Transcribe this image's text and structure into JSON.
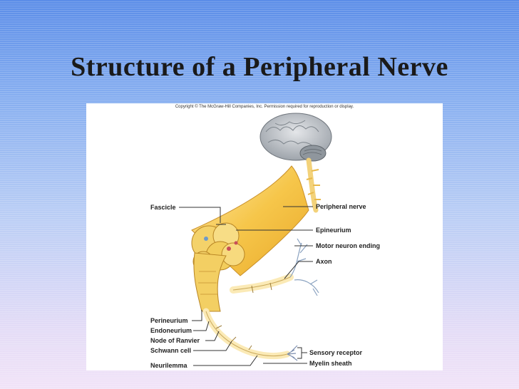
{
  "slide": {
    "title": "Structure of a Peripheral Nerve"
  },
  "figure": {
    "copyright": "Copyright © The McGraw-Hill Companies, Inc. Permission required for reproduction or display.",
    "labels_left": [
      "Fascicle",
      "Perineurium",
      "Endoneurium",
      "Node of Ranvier",
      "Schwann cell",
      "Neurilemma"
    ],
    "labels_right": [
      "Peripheral nerve",
      "Epineurium",
      "Motor neuron ending",
      "Axon",
      "Sensory receptor",
      "Myelin sheath"
    ]
  },
  "colors": {
    "nerve": "#f6c64a",
    "nerve_light": "#fbe7a6",
    "brain": "#b9bec4"
  }
}
